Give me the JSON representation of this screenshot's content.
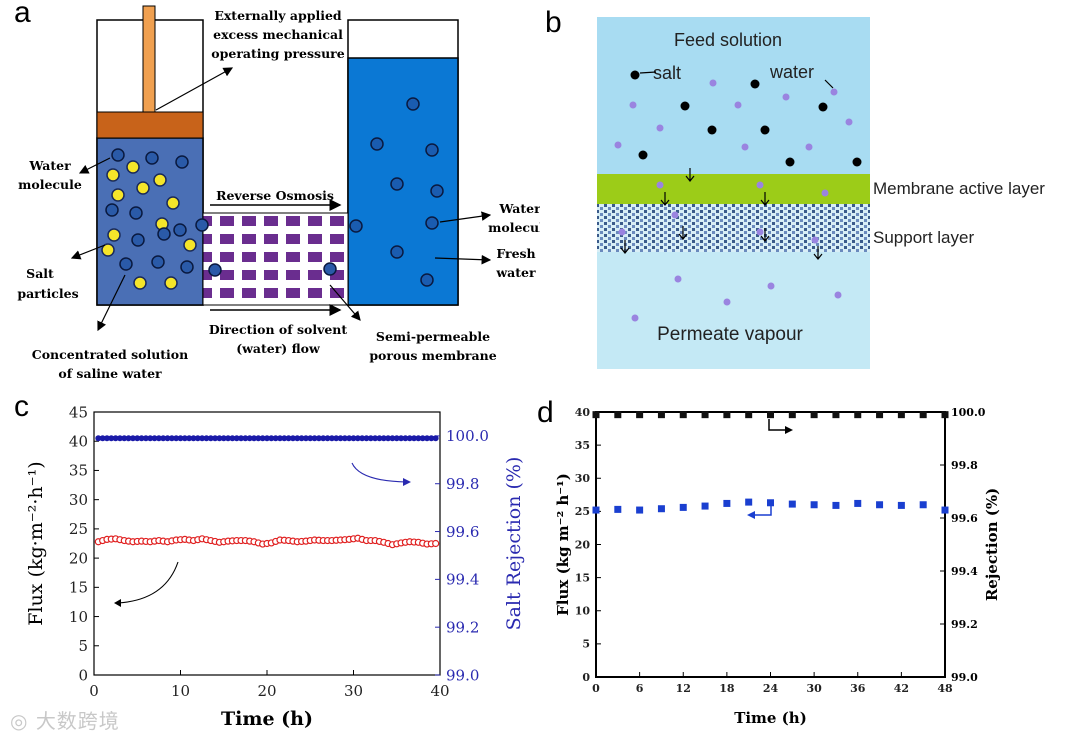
{
  "panel_letters": {
    "a": "a",
    "b": "b",
    "c": "c",
    "d": "d"
  },
  "panel_a": {
    "pressure_label": [
      "Externally applied",
      "excess mechanical",
      "operating pressure"
    ],
    "water_molecule_left": [
      "Water",
      "molecule"
    ],
    "salt_particles": [
      "Salt",
      "particles"
    ],
    "concentrated": [
      "Concentrated solution",
      "of saline water"
    ],
    "reverse_osmosis": "Reverse Osmosis",
    "direction_flow": [
      "Direction of solvent",
      "(water) flow"
    ],
    "semi_permeable": [
      "Semi-permeable",
      "porous membrane"
    ],
    "water_molecule_right": [
      "Water",
      "molecule"
    ],
    "fresh_water": [
      "Fresh",
      "water"
    ],
    "colors": {
      "saline": "#4a6fb5",
      "fresh": "#0b78d4",
      "piston": "#c8631a",
      "rod": "#f0a050",
      "salt": "#f5e52a",
      "membrane": "#6a2d8f"
    }
  },
  "panel_b": {
    "feed_solution": "Feed solution",
    "salt": "salt",
    "water": "water",
    "membrane_active_layer": "Membrane active layer",
    "support_layer": "Support layer",
    "permeate_vapour": "Permeate vapour",
    "colors": {
      "feed": "#a8dcf2",
      "active": "#9ccc18",
      "permeate": "#c4e9f5",
      "salt": "#000000",
      "water": "#9a84e0"
    }
  },
  "chart_data": [
    {
      "type": "scatter",
      "panel": "c",
      "xlabel": "Time (h)",
      "ylabel": "Flux (kg·m⁻²·h⁻¹)",
      "y2label": "Salt Rejection (%)",
      "xlim": [
        0,
        40
      ],
      "ylim": [
        0,
        45
      ],
      "y2lim": [
        99.0,
        100.1
      ],
      "xticks": [
        "0",
        "10",
        "20",
        "30",
        "40"
      ],
      "yticks": [
        "0",
        "5",
        "10",
        "15",
        "20",
        "25",
        "30",
        "35",
        "40",
        "45"
      ],
      "y2ticks": [
        "99.0",
        "99.2",
        "99.4",
        "99.6",
        "99.8",
        "100.0"
      ],
      "series": [
        {
          "axis": "left",
          "color": "#e02020",
          "marker": "open-circle",
          "x": [
            0.5,
            1.5,
            2.5,
            3.5,
            4.5,
            5.5,
            6.5,
            7.5,
            8.5,
            9.5,
            10.5,
            11.5,
            12.5,
            13.5,
            14.5,
            15.5,
            16.5,
            17.5,
            18.5,
            19.5,
            20.5,
            21.5,
            22.5,
            23.5,
            24.5,
            25.5,
            26.5,
            27.5,
            28.5,
            29.5,
            30.5,
            31.5,
            32.5,
            33.5,
            34.5,
            35.5,
            36.5,
            37.5,
            38.5,
            39.5
          ],
          "y": [
            22.8,
            23.2,
            23.3,
            23.0,
            22.8,
            22.9,
            22.8,
            23.0,
            22.8,
            23.1,
            23.2,
            23.0,
            23.3,
            23.0,
            22.7,
            22.9,
            23.0,
            23.0,
            22.8,
            22.4,
            22.6,
            23.1,
            23.0,
            22.8,
            22.9,
            23.1,
            23.0,
            23.0,
            23.1,
            23.2,
            23.4,
            23.0,
            23.0,
            22.7,
            22.3,
            22.6,
            22.8,
            22.7,
            22.4,
            22.5
          ]
        },
        {
          "axis": "right",
          "color": "#1a1aa8",
          "marker": "filled-circle",
          "x": [
            0.5,
            1.5,
            2.5,
            3.5,
            4.5,
            5.5,
            6.5,
            7.5,
            8.5,
            9.5,
            10.5,
            11.5,
            12.5,
            13.5,
            14.5,
            15.5,
            16.5,
            17.5,
            18.5,
            19.5,
            20.5,
            21.5,
            22.5,
            23.5,
            24.5,
            25.5,
            26.5,
            27.5,
            28.5,
            29.5,
            30.5,
            31.5,
            32.5,
            33.5,
            34.5,
            35.5,
            36.5,
            37.5,
            38.5,
            39.5
          ],
          "y": [
            99.99,
            99.99,
            99.99,
            99.99,
            99.99,
            99.99,
            99.99,
            99.99,
            99.99,
            99.99,
            99.99,
            99.99,
            99.99,
            99.99,
            99.99,
            99.99,
            99.99,
            99.99,
            99.99,
            99.99,
            99.99,
            99.99,
            99.99,
            99.99,
            99.99,
            99.99,
            99.99,
            99.99,
            99.99,
            99.99,
            99.99,
            99.99,
            99.99,
            99.99,
            99.99,
            99.99,
            99.99,
            99.99,
            99.99,
            99.99
          ]
        }
      ]
    },
    {
      "type": "scatter",
      "panel": "d",
      "xlabel": "Time (h)",
      "ylabel": "Flux (kg m⁻² h⁻¹)",
      "y2label": "Rejection (%)",
      "xlim": [
        0,
        48
      ],
      "ylim": [
        0,
        40
      ],
      "y2lim": [
        99.0,
        100.0
      ],
      "xticks": [
        "0",
        "6",
        "12",
        "18",
        "24",
        "30",
        "36",
        "42",
        "48"
      ],
      "yticks": [
        "0",
        "5",
        "10",
        "15",
        "20",
        "25",
        "30",
        "35",
        "40"
      ],
      "y2ticks": [
        "99.0",
        "99.2",
        "99.4",
        "99.6",
        "99.8",
        "100.0"
      ],
      "series": [
        {
          "axis": "left",
          "color": "#1a3fd0",
          "marker": "filled-square",
          "x": [
            0,
            3,
            6,
            9,
            12,
            15,
            18,
            21,
            24,
            27,
            30,
            33,
            36,
            39,
            42,
            45,
            48
          ],
          "y": [
            25.2,
            25.3,
            25.2,
            25.4,
            25.6,
            25.8,
            26.2,
            26.4,
            26.3,
            26.1,
            26.0,
            25.9,
            26.2,
            26.0,
            25.9,
            26.0,
            25.2
          ]
        },
        {
          "axis": "right",
          "color": "#111111",
          "marker": "filled-square",
          "x": [
            0,
            3,
            6,
            9,
            12,
            15,
            18,
            21,
            24,
            27,
            30,
            33,
            36,
            39,
            42,
            45,
            48
          ],
          "y": [
            99.99,
            99.99,
            99.99,
            99.99,
            99.99,
            99.99,
            99.99,
            99.99,
            99.99,
            99.99,
            99.99,
            99.99,
            99.99,
            99.99,
            99.99,
            99.99,
            99.99
          ]
        }
      ]
    }
  ],
  "watermark": "大数跨境"
}
